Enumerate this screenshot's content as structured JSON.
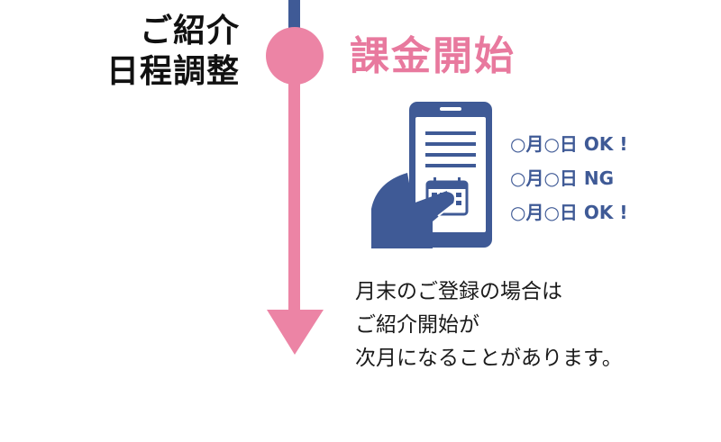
{
  "step": {
    "line1": "ご紹介",
    "line2": "日程調整"
  },
  "milestone": {
    "title": "課金開始"
  },
  "illustration": {
    "icon": "smartphone-calendar-icon"
  },
  "schedule": [
    {
      "text": "○月○日 OK !"
    },
    {
      "text": "○月○日 NG"
    },
    {
      "text": "○月○日 OK !"
    }
  ],
  "note": {
    "line1": "月末のご登録の場合は",
    "line2": "ご紹介開始が",
    "line3": "次月になることがあります。"
  },
  "colors": {
    "timeline_top": "#3f5a96",
    "timeline_main": "#ec84a5",
    "heading": "#e8799e",
    "phone": "#3f5a96",
    "text": "#1a1a1a"
  }
}
